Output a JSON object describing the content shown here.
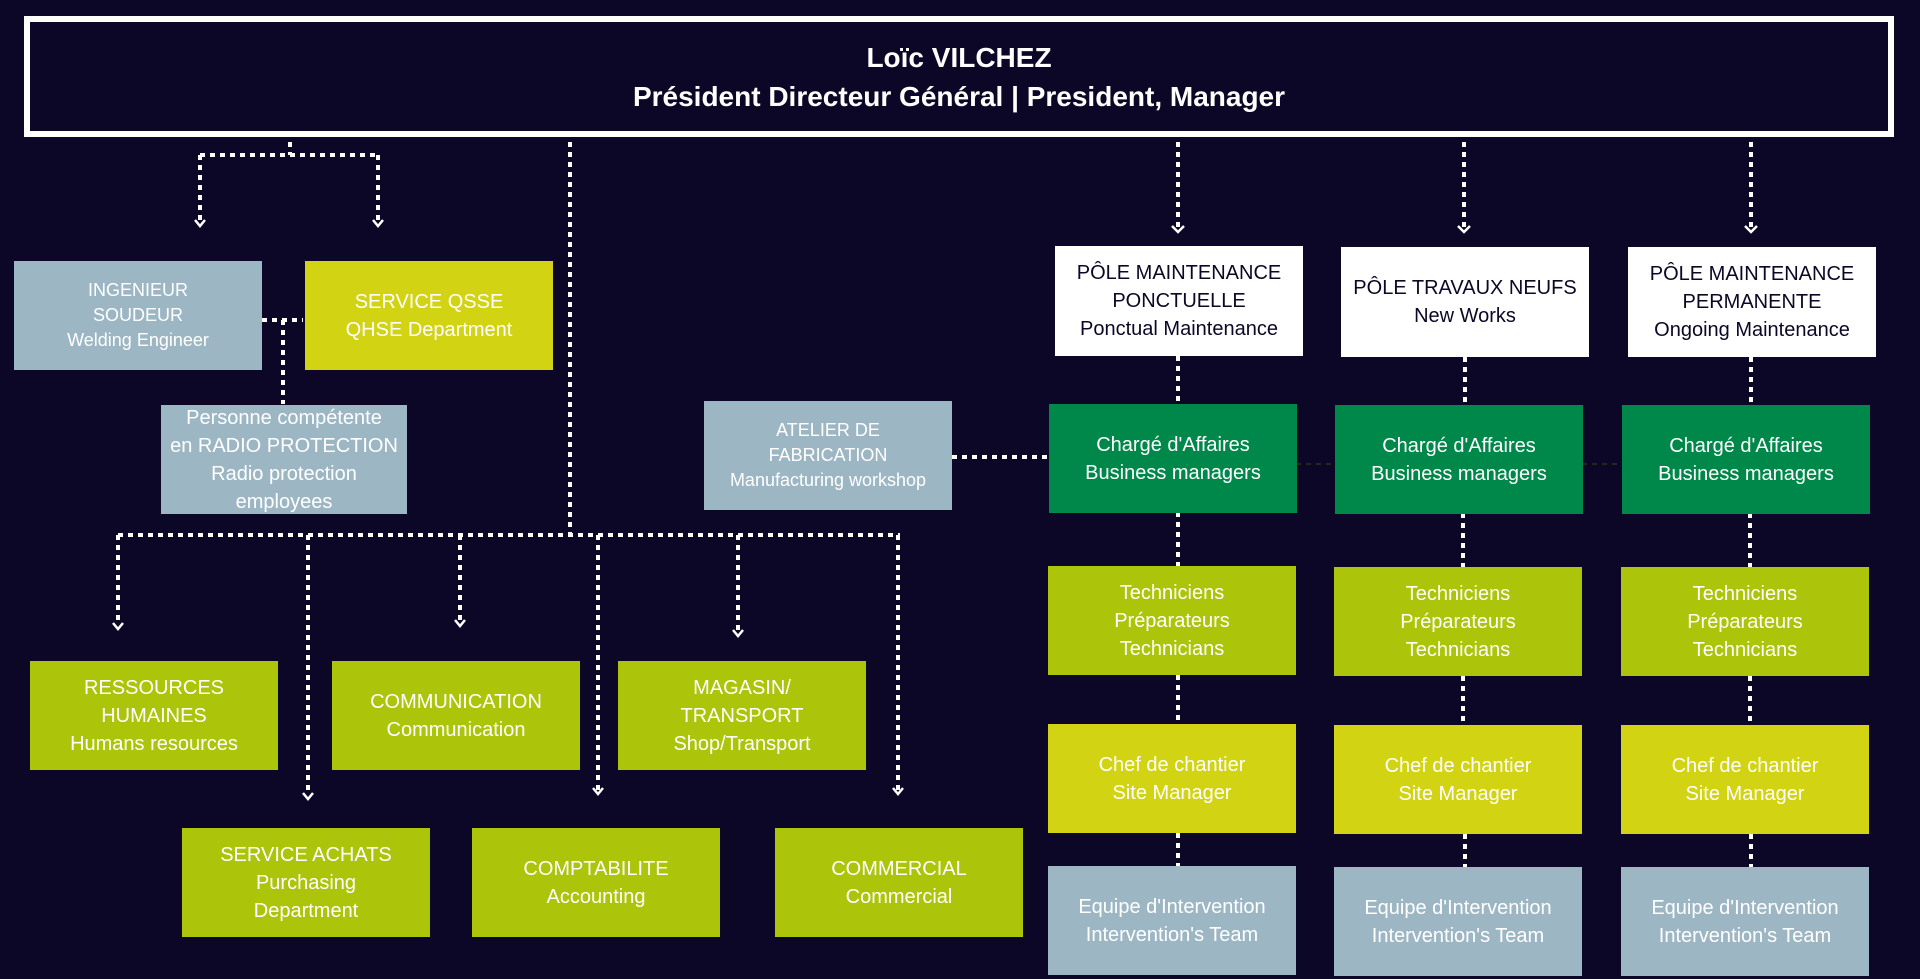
{
  "header": {
    "name": "Loïc VILCHEZ",
    "title": "Président Directeur Général | President, Manager"
  },
  "support": {
    "welding": [
      "INGENIEUR",
      "SOUDEUR",
      "Welding Engineer"
    ],
    "qsse": [
      "SERVICE QSSE",
      "QHSE Department"
    ],
    "radio": [
      "Personne compétente",
      "en RADIO PROTECTION",
      "Radio protection",
      "employees"
    ],
    "atelier": [
      "ATELIER DE",
      "FABRICATION",
      "Manufacturing workshop"
    ]
  },
  "departments": {
    "rh": [
      "RESSOURCES",
      "HUMAINES",
      "Humans resources"
    ],
    "communication": [
      "COMMUNICATION",
      "Communication"
    ],
    "magasin": [
      "MAGASIN/",
      "TRANSPORT",
      "Shop/Transport"
    ],
    "achats": [
      "SERVICE ACHATS",
      "Purchasing",
      "Department"
    ],
    "comptabilite": [
      "COMPTABILITE",
      "Accounting"
    ],
    "commercial": [
      "COMMERCIAL",
      "Commercial"
    ]
  },
  "poles": [
    {
      "title": [
        "PÔLE MAINTENANCE",
        "PONCTUELLE",
        "Ponctual Maintenance"
      ],
      "charge": [
        "Chargé d'Affaires",
        "Business managers"
      ],
      "techniciens": [
        "Techniciens",
        "Préparateurs",
        "Technicians"
      ],
      "chef": [
        "Chef de chantier",
        "Site Manager"
      ],
      "equipe": [
        "Equipe d'Intervention",
        "Intervention's Team"
      ]
    },
    {
      "title": [
        "PÔLE TRAVAUX NEUFS",
        "New Works"
      ],
      "charge": [
        "Chargé d'Affaires",
        "Business managers"
      ],
      "techniciens": [
        "Techniciens",
        "Préparateurs",
        "Technicians"
      ],
      "chef": [
        "Chef de chantier",
        "Site Manager"
      ],
      "equipe": [
        "Equipe d'Intervention",
        "Intervention's Team"
      ]
    },
    {
      "title": [
        "PÔLE MAINTENANCE",
        "PERMANENTE",
        "Ongoing Maintenance"
      ],
      "charge": [
        "Chargé d'Affaires",
        "Business managers"
      ],
      "techniciens": [
        "Techniciens",
        "Préparateurs",
        "Technicians"
      ],
      "chef": [
        "Chef de chantier",
        "Site Manager"
      ],
      "equipe": [
        "Equipe d'Intervention",
        "Intervention's Team"
      ]
    }
  ],
  "colors": {
    "background": "#0c0726",
    "grey": "#9db6c4",
    "lime": "#acc40a",
    "yellow": "#d2d312",
    "green": "#00874a",
    "white": "#ffffff"
  }
}
